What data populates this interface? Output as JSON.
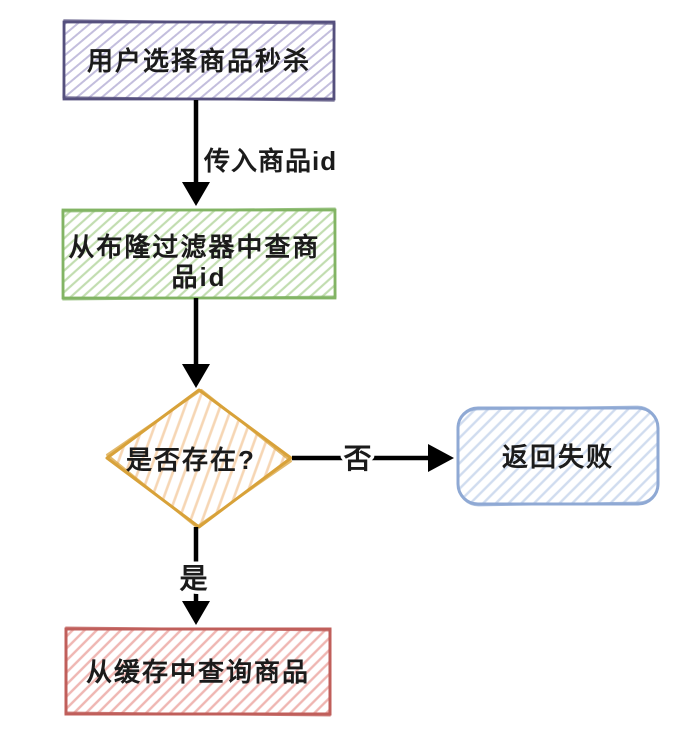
{
  "diagram": {
    "type": "flowchart",
    "style": "hand-drawn-sketch",
    "background_color": "#ffffff",
    "text_color": "#1b1b1b",
    "arrow_color": "#000000",
    "nodes": {
      "start": {
        "label": "用户选择商品秒杀",
        "shape": "rectangle",
        "border_color": "#56507e",
        "hatch_color": "#c3bedd"
      },
      "bloom_filter": {
        "label": "从布隆过滤器中查商品id",
        "label_line1": "从布隆过滤器中查商",
        "label_line2": "品id",
        "shape": "rectangle",
        "border_color": "#82b464",
        "hatch_color": "#c2ddb0"
      },
      "decision": {
        "label": "是否存在?",
        "shape": "diamond",
        "border_color": "#d8a23a",
        "hatch_color": "#f6d6b4"
      },
      "return_fail": {
        "label": "返回失败",
        "shape": "rounded-rectangle",
        "border_color": "#8fa9d4",
        "hatch_color": "#d0dcef"
      },
      "query_cache": {
        "label": "从缓存中查询商品",
        "shape": "rectangle",
        "border_color": "#c05f5b",
        "hatch_color": "#efb6b2"
      }
    },
    "edges": {
      "start_to_bloom": {
        "from": "start",
        "to": "bloom_filter",
        "label": "传入商品id"
      },
      "bloom_to_decision": {
        "from": "bloom_filter",
        "to": "decision"
      },
      "decision_to_fail": {
        "from": "decision",
        "to": "return_fail",
        "label": "否"
      },
      "decision_to_cache": {
        "from": "decision",
        "to": "query_cache",
        "label": "是"
      }
    }
  }
}
